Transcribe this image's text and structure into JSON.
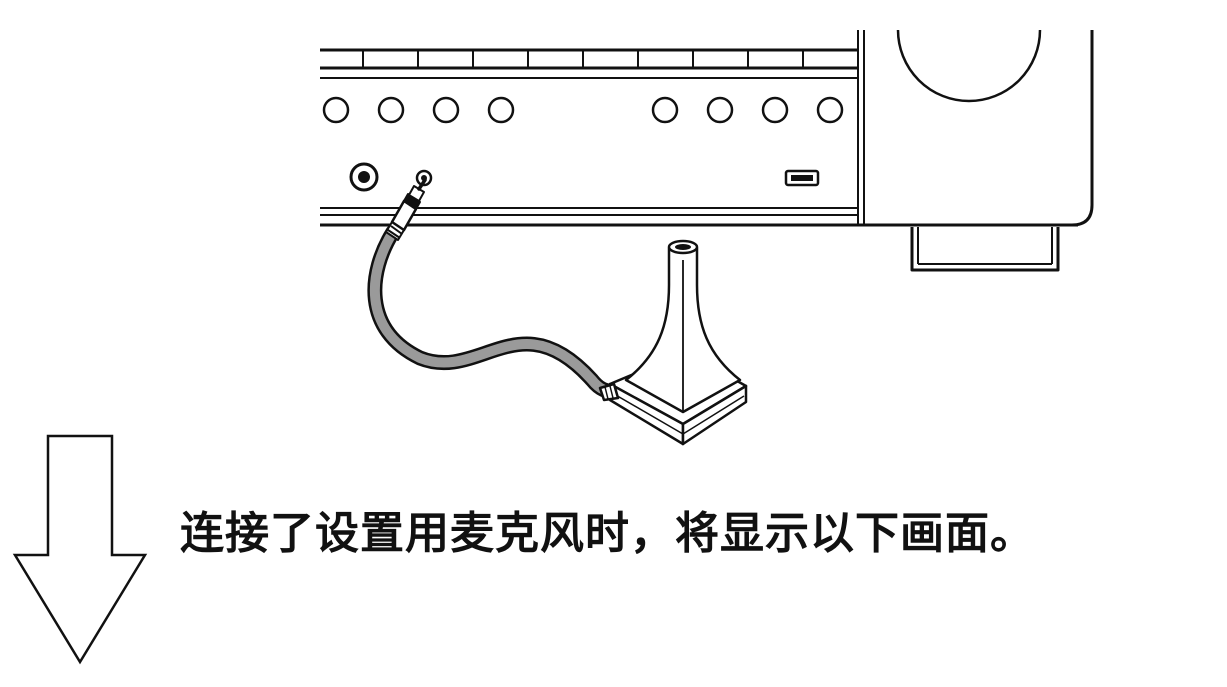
{
  "caption": "连接了设置用麦克风时，将显示以下画面。",
  "colors": {
    "line": "#111111",
    "cable": "#9a9a9a",
    "background": "#ffffff"
  },
  "icons": {
    "receiver": "av-receiver-front-panel",
    "microphone": "setup-microphone",
    "arrow": "down-arrow-icon"
  }
}
